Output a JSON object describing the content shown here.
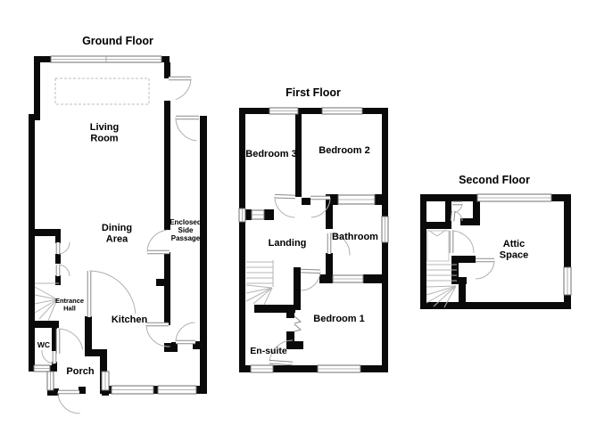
{
  "ground_floor": {
    "title": "Ground Floor",
    "labels": {
      "living_room": "Living\nRoom",
      "dining_area": "Dining\nArea",
      "kitchen": "Kitchen",
      "entrance_hall": "Entrance\nHall",
      "wc": "WC",
      "porch": "Porch",
      "enclosed_side_passage": "Enclosed\nSide\nPassage"
    }
  },
  "first_floor": {
    "title": "First Floor",
    "labels": {
      "bedroom_3": "Bedroom 3",
      "bedroom_2": "Bedroom 2",
      "landing": "Landing",
      "bathroom": "Bathroom",
      "bedroom_1": "Bedroom 1",
      "en_suite": "En-suite"
    }
  },
  "second_floor": {
    "title": "Second Floor",
    "labels": {
      "attic_space": "Attic\nSpace"
    }
  },
  "colors": {
    "wall": "#0a0a0a",
    "background": "#ffffff"
  }
}
